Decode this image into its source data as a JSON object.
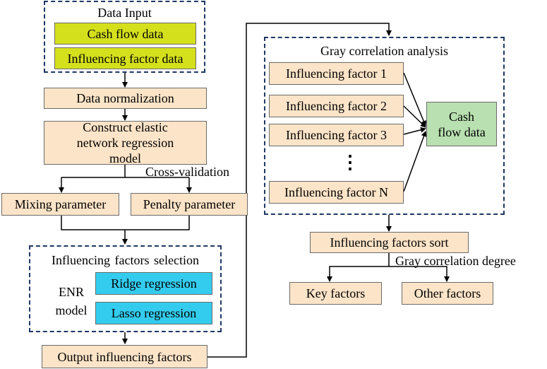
{
  "data_input": {
    "title": "Data Input",
    "cash_flow": "Cash flow data",
    "influencing_factor": "Influencing factor data"
  },
  "left_flow": {
    "normalization": "Data normalization",
    "construct_model": "Construct elastic network regression model",
    "cross_validation": "Cross-validation",
    "mixing_parameter": "Mixing parameter",
    "penalty_parameter": "Penalty parameter"
  },
  "selection": {
    "title": "Influencing  factors selection",
    "enr_model": "ENR model",
    "ridge": "Ridge regression",
    "lasso": "Lasso regression"
  },
  "output": "Output influencing factors",
  "gray_analysis": {
    "title": "Gray  correlation  analysis",
    "factors": [
      "Influencing  factor  1",
      "Influencing  factor  2",
      "Influencing  factor  3",
      "Influencing  factor  N"
    ],
    "ellipsis": "⋮",
    "cash_flow": "Cash flow data"
  },
  "sort": {
    "label": "Influencing  factors  sort",
    "degree": "Gray  correlation degree",
    "key": "Key  factors",
    "other": "Other  factors"
  },
  "colors": {
    "orange": "#fce4c8",
    "yellow": "#d5e01c",
    "blue": "#33ccee",
    "green": "#b8e0b0",
    "dash": "#1f3864"
  }
}
